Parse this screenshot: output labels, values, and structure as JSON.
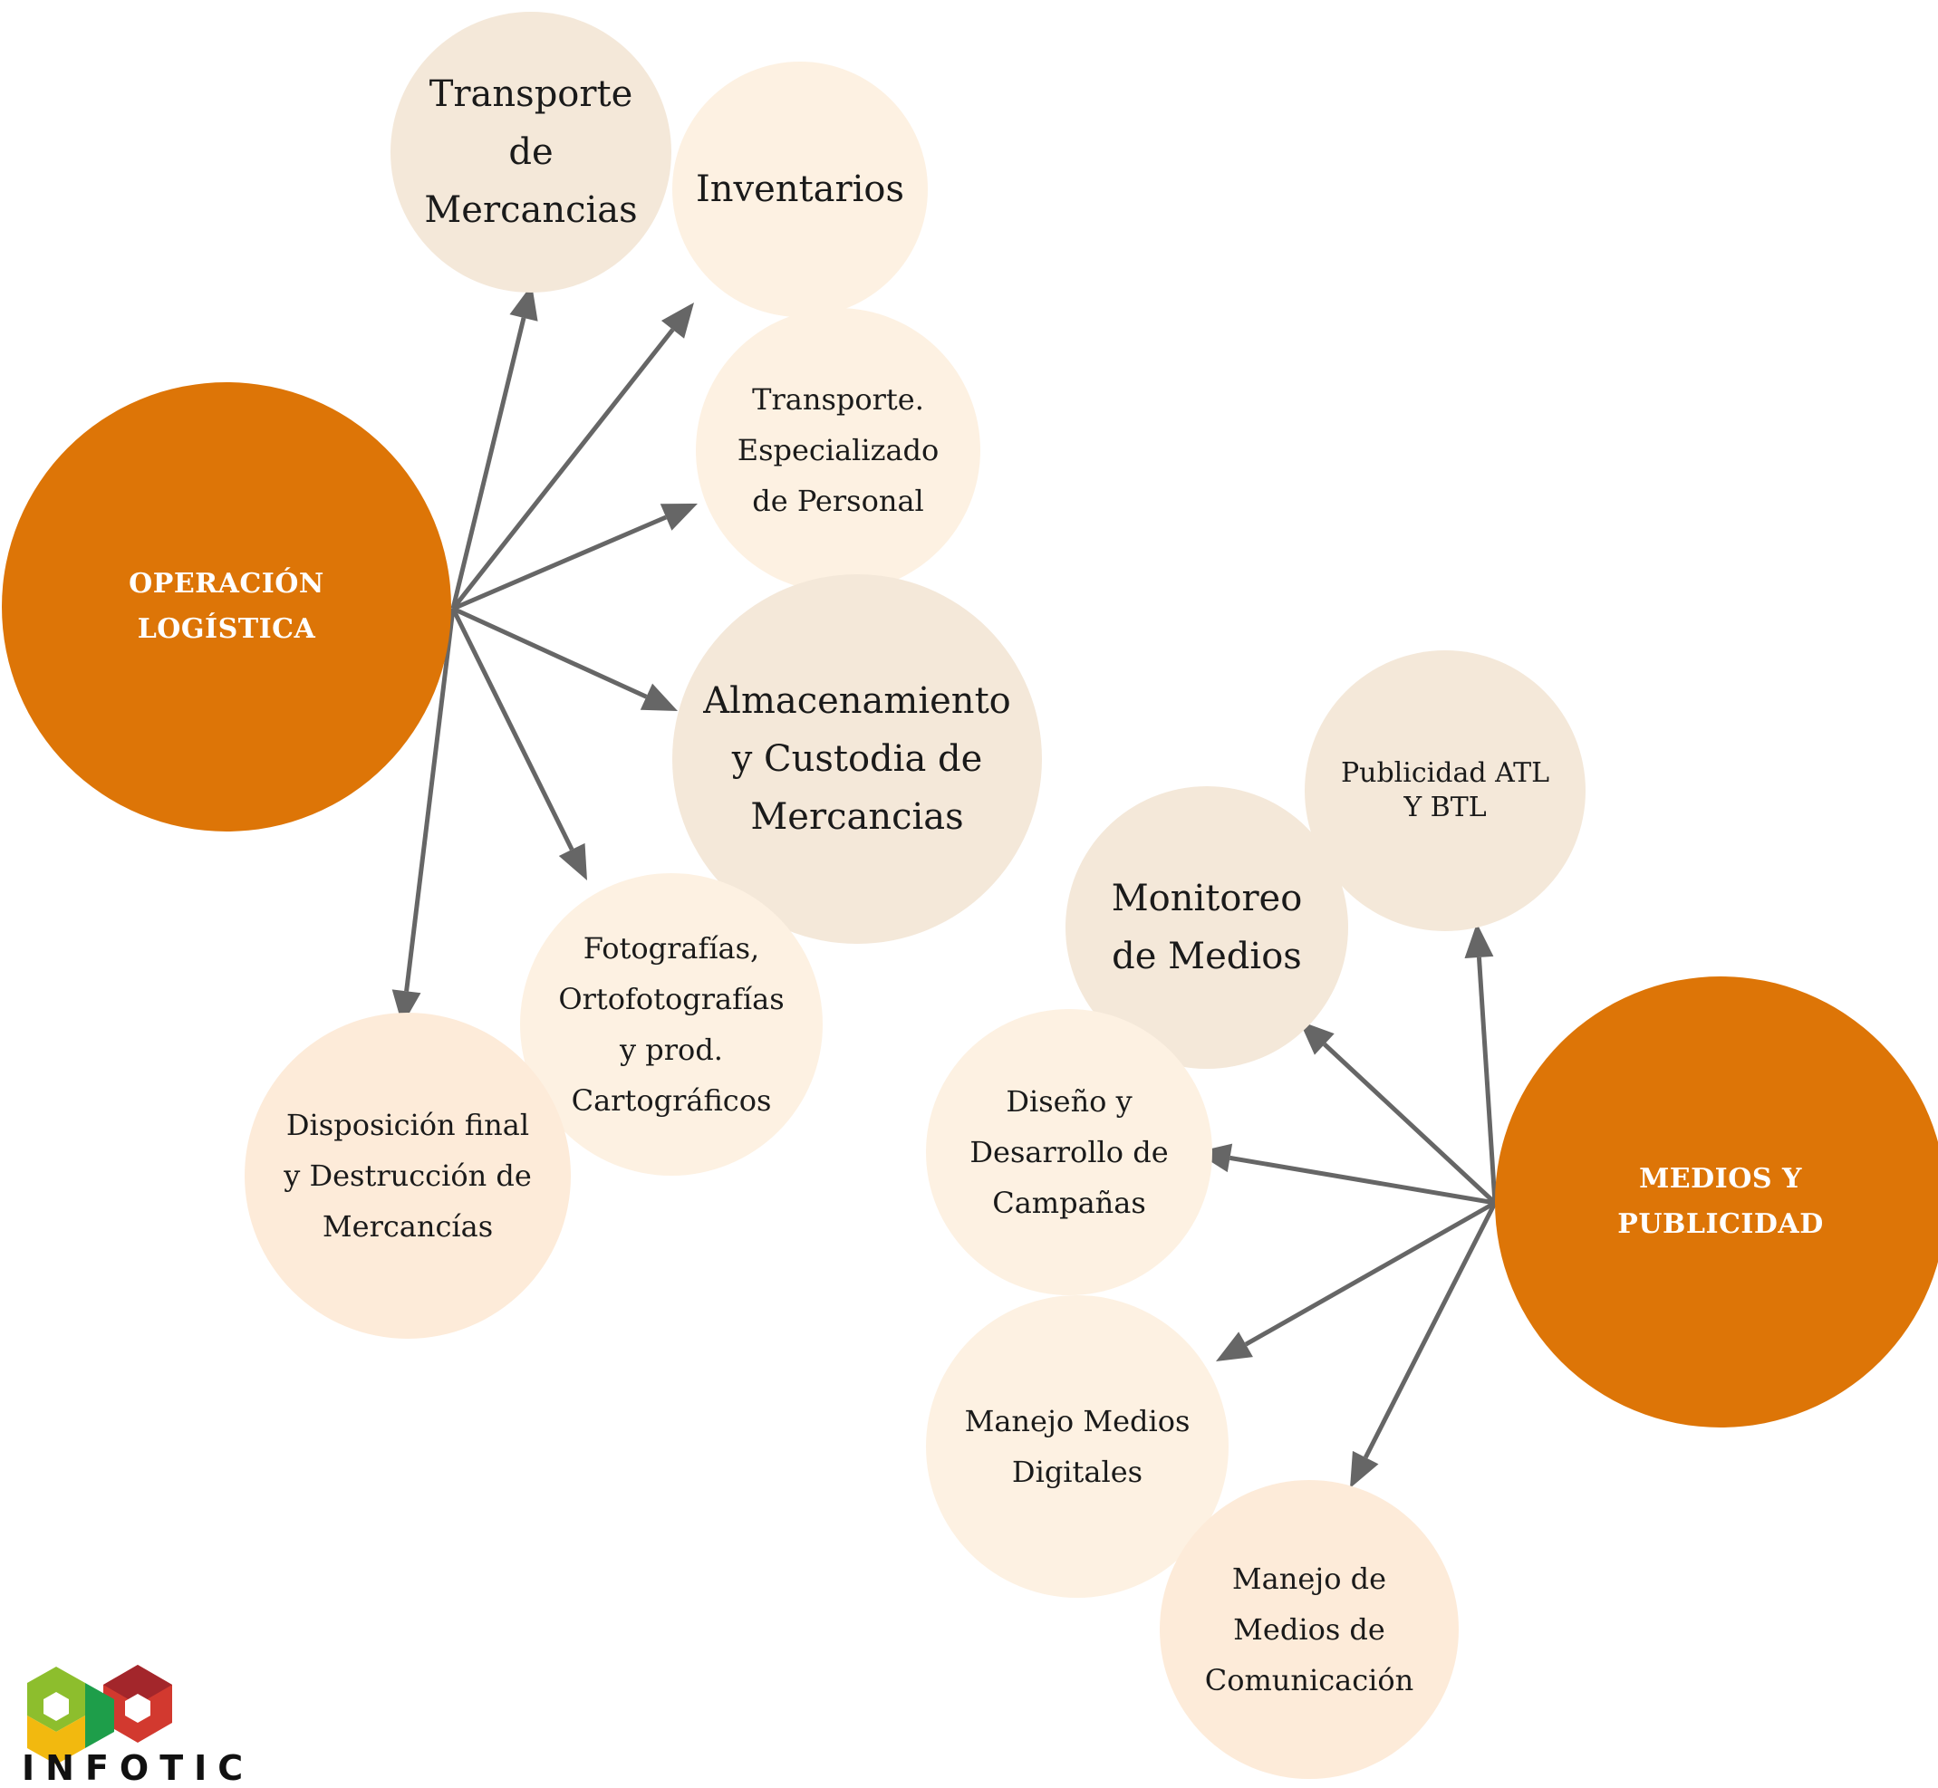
{
  "colors": {
    "hub": "#DD7507",
    "leaf_tan": "#F4E8D9",
    "leaf_cream": "#FDF1E2",
    "leaf_peach": "#FDEBD9",
    "arrow": "#666666",
    "logo_green": "#8DBE2D",
    "logo_yellow": "#F2B90F",
    "logo_red": "#D2392F",
    "logo_darkred": "#A3262B"
  },
  "hubs": {
    "operacion": "OPERACIÓN\nLOGÍSTICA",
    "medios": "MEDIOS Y\nPUBLICIDAD"
  },
  "nodes": {
    "transporte_mercancias": "Transporte\nde\nMercancias",
    "inventarios": "Inventarios",
    "transporte_personal": "Transporte.\nEspecializado\nde Personal",
    "almacenamiento": "Almacenamiento\ny Custodia de\nMercancias",
    "fotografias": "Fotografías,\nOrtofotografías\ny prod.\nCartográficos",
    "disposicion": "Disposición final\ny Destrucción de\nMercancías",
    "publicidad": "Publicidad ATL\nY BTL",
    "monitoreo": "Monitoreo\nde Medios",
    "diseno": "Diseño y\nDesarrollo de\nCampañas",
    "manejo_digitales": "Manejo Medios\nDigitales",
    "manejo_comunicacion": "Manejo de\nMedios de\nComunicación"
  },
  "logo": {
    "text": "INFOTIC",
    "icon": "hexagon-cube-logo-icon"
  }
}
